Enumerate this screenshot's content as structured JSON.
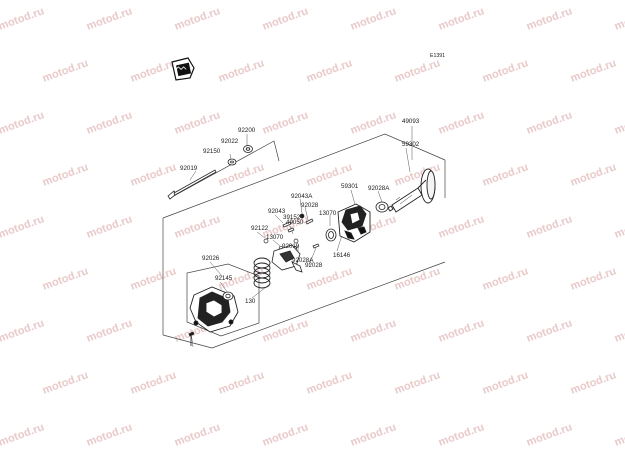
{
  "diagram": {
    "code": "E1391",
    "watermark": "motod.ru",
    "parts": [
      {
        "id": "p49093",
        "label": "49093"
      },
      {
        "id": "p59302",
        "label": "59302"
      },
      {
        "id": "p59301",
        "label": "59301"
      },
      {
        "id": "p92028A_top",
        "label": "92028A"
      },
      {
        "id": "p92200",
        "label": "92200"
      },
      {
        "id": "p92022",
        "label": "92022"
      },
      {
        "id": "p92150",
        "label": "92150"
      },
      {
        "id": "p92019_top",
        "label": "92019"
      },
      {
        "id": "p92043A",
        "label": "92043A"
      },
      {
        "id": "p92028_mid",
        "label": "92028"
      },
      {
        "id": "p92043",
        "label": "92043"
      },
      {
        "id": "p39152",
        "label": "39152"
      },
      {
        "id": "p13070_a",
        "label": "13070"
      },
      {
        "id": "p92122",
        "label": "92122"
      },
      {
        "id": "p49050",
        "label": "49050"
      },
      {
        "id": "p13070_b",
        "label": "13070"
      },
      {
        "id": "p92019_bot",
        "label": "92019"
      },
      {
        "id": "p16146",
        "label": "16146"
      },
      {
        "id": "p92026",
        "label": "92026"
      },
      {
        "id": "p92028A_bot",
        "label": "92028A"
      },
      {
        "id": "p92028_low",
        "label": "92028"
      },
      {
        "id": "p92145",
        "label": "92145"
      },
      {
        "id": "p130",
        "label": "130"
      }
    ]
  }
}
